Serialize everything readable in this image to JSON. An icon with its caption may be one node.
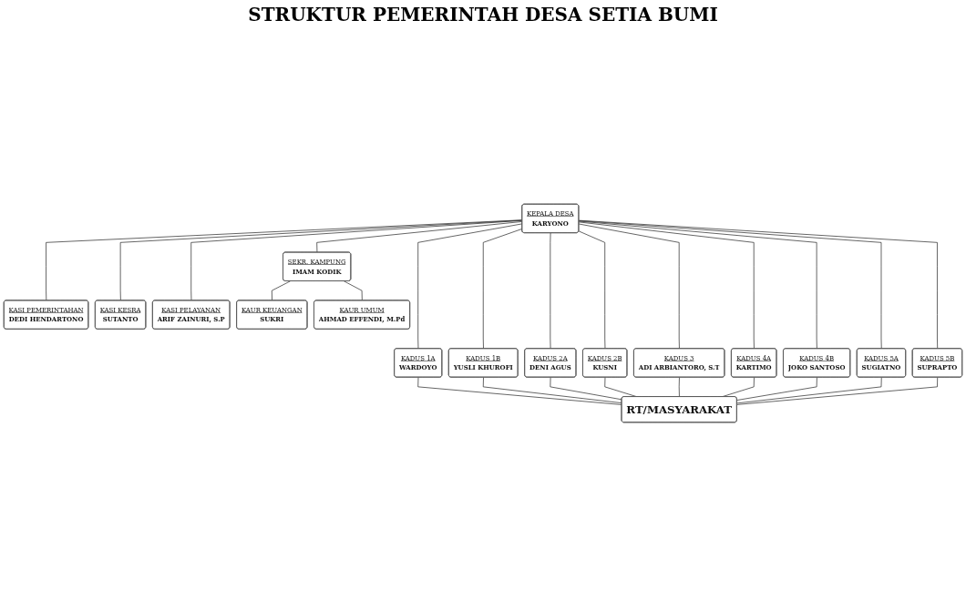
{
  "diagram": {
    "title": "STRUKTUR PEMERINTAH DESA SETIA BUMI",
    "nodes": [
      {
        "text": [
          "KEPALA DESA",
          "KARYONO"
        ]
      },
      {
        "text": [
          "SEKR. KAMPUNG",
          "IMAM KODIK"
        ]
      },
      {
        "text": [
          "KASI PEMERINTAHAN",
          "DEDI HENDARTONO"
        ]
      },
      {
        "text": [
          "KASI KESRA",
          "SUTANTO"
        ]
      },
      {
        "text": [
          "KASI PELAYANAN",
          "ARIF ZAINURI, S.P"
        ]
      },
      {
        "text": [
          "KAUR KEUANGAN",
          "SUKRI"
        ]
      },
      {
        "text": [
          "KAUR UMUM",
          "AHMAD EFFENDI, M.Pd"
        ]
      },
      {
        "text": [
          "KADUS 1A",
          "WARDOYO"
        ]
      },
      {
        "text": [
          "KADUS 1B",
          "YUSLI KHUROFI"
        ]
      },
      {
        "text": [
          "KADUS 2A",
          "DENI AGUS"
        ]
      },
      {
        "text": [
          "KADUS 2B",
          "KUSNI"
        ]
      },
      {
        "text": [
          "KADUS 3",
          "ADI ARBIANTORO, S.T"
        ]
      },
      {
        "text": [
          "KADUS 4A",
          "KARTIMO"
        ]
      },
      {
        "text": [
          "KADUS 4B",
          "JOKO SANTOSO"
        ]
      },
      {
        "text": [
          "KADUS 5A",
          "SUGIATNO"
        ]
      },
      {
        "text": [
          "KADUS 5B",
          "SUPRAPTO"
        ]
      },
      {
        "text": [
          "RT/MASYARAKAT"
        ]
      }
    ],
    "edges": [
      {
        "from": 0,
        "to": 1,
        "arrow": "none"
      },
      {
        "from": 0,
        "to": 2,
        "arrow": "none"
      },
      {
        "from": 0,
        "to": 3,
        "arrow": "none"
      },
      {
        "from": 0,
        "to": 4,
        "arrow": "none"
      },
      {
        "from": 1,
        "to": 5,
        "arrow": "none"
      },
      {
        "from": 1,
        "to": 6,
        "arrow": "none"
      },
      {
        "from": 0,
        "to": 7,
        "arrow": "none"
      },
      {
        "from": 0,
        "to": 8,
        "arrow": "none"
      },
      {
        "from": 0,
        "to": 9,
        "arrow": "none"
      },
      {
        "from": 0,
        "to": 10,
        "arrow": "none"
      },
      {
        "from": 0,
        "to": 11,
        "arrow": "none"
      },
      {
        "from": 0,
        "to": 12,
        "arrow": "none"
      },
      {
        "from": 0,
        "to": 13,
        "arrow": "none"
      },
      {
        "from": 0,
        "to": 14,
        "arrow": "none"
      },
      {
        "from": 0,
        "to": 15,
        "arrow": "none"
      },
      {
        "from": 7,
        "to": 16,
        "arrow": "none"
      },
      {
        "from": 8,
        "to": 16,
        "arrow": "none"
      },
      {
        "from": 9,
        "to": 16,
        "arrow": "none"
      },
      {
        "from": 10,
        "to": 16,
        "arrow": "none"
      },
      {
        "from": 11,
        "to": 16,
        "arrow": "none"
      },
      {
        "from": 12,
        "to": 16,
        "arrow": "none"
      },
      {
        "from": 13,
        "to": 16,
        "arrow": "none"
      },
      {
        "from": 14,
        "to": 16,
        "arrow": "none"
      },
      {
        "from": 15,
        "to": 16,
        "arrow": "none"
      }
    ]
  }
}
